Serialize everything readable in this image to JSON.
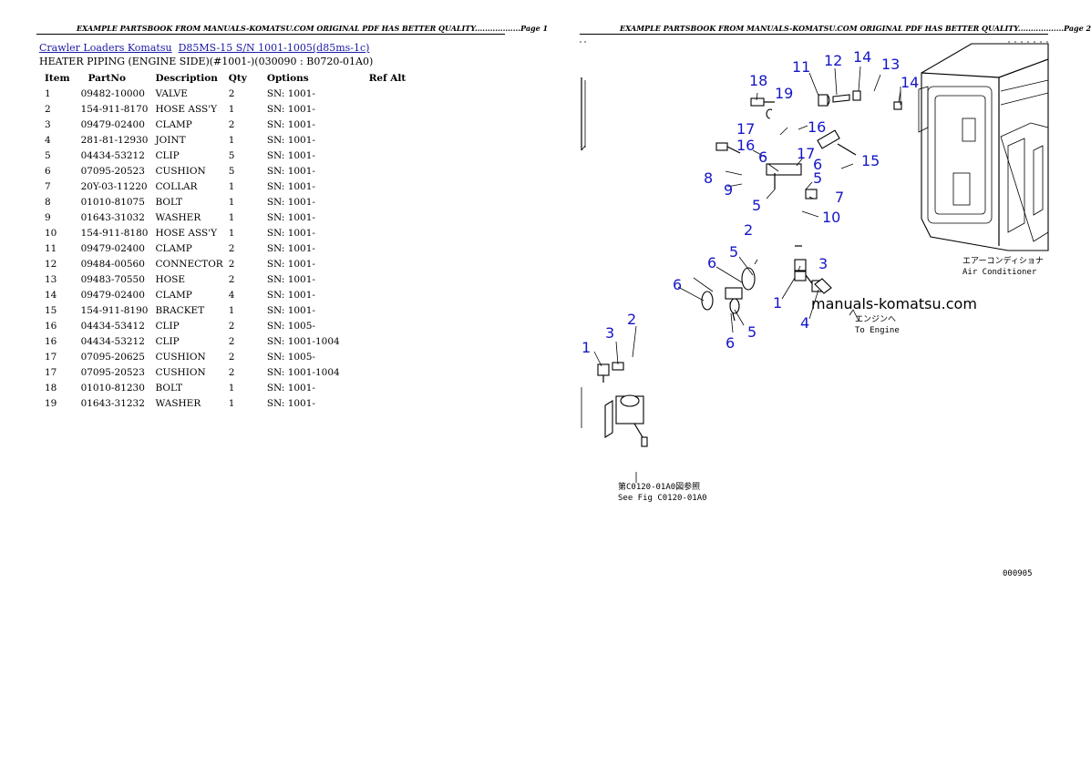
{
  "headers": {
    "page1": "EXAMPLE PARTSBOOK FROM MANUALS-KOMATSU.COM ORIGINAL PDF HAS BETTER QUALITY..................Page 1",
    "page2": "EXAMPLE PARTSBOOK FROM MANUALS-KOMATSU.COM ORIGINAL PDF HAS BETTER QUALITY..................Page 2"
  },
  "breadcrumb": {
    "link1": "Crawler Loaders Komatsu",
    "link2": "D85MS-15 S/N 1001-1005(d85ms-1c)"
  },
  "subtitle": "HEATER PIPING (ENGINE SIDE)(#1001-)(030090 : B0720-01A0)",
  "table": {
    "columns": [
      "Item",
      "PartNo",
      "Description",
      "Qty",
      "Options",
      "Ref Alt"
    ],
    "rows": [
      [
        "1",
        "09482-10000",
        "VALVE",
        "2",
        "SN: 1001-",
        ""
      ],
      [
        "2",
        "154-911-8170",
        "HOSE ASS'Y",
        "1",
        "SN: 1001-",
        ""
      ],
      [
        "3",
        "09479-02400",
        "CLAMP",
        "2",
        "SN: 1001-",
        ""
      ],
      [
        "4",
        "281-81-12930",
        "JOINT",
        "1",
        "SN: 1001-",
        ""
      ],
      [
        "5",
        "04434-53212",
        "CLIP",
        "5",
        "SN: 1001-",
        ""
      ],
      [
        "6",
        "07095-20523",
        "CUSHION",
        "5",
        "SN: 1001-",
        ""
      ],
      [
        "7",
        "20Y-03-11220",
        "COLLAR",
        "1",
        "SN: 1001-",
        ""
      ],
      [
        "8",
        "01010-81075",
        "BOLT",
        "1",
        "SN: 1001-",
        ""
      ],
      [
        "9",
        "01643-31032",
        "WASHER",
        "1",
        "SN: 1001-",
        ""
      ],
      [
        "10",
        "154-911-8180",
        "HOSE ASS'Y",
        "1",
        "SN: 1001-",
        ""
      ],
      [
        "11",
        "09479-02400",
        "CLAMP",
        "2",
        "SN: 1001-",
        ""
      ],
      [
        "12",
        "09484-00560",
        "CONNECTOR",
        "2",
        "SN: 1001-",
        ""
      ],
      [
        "13",
        "09483-70550",
        "HOSE",
        "2",
        "SN: 1001-",
        ""
      ],
      [
        "14",
        "09479-02400",
        "CLAMP",
        "4",
        "SN: 1001-",
        ""
      ],
      [
        "15",
        "154-911-8190",
        "BRACKET",
        "1",
        "SN: 1001-",
        ""
      ],
      [
        "16",
        "04434-53412",
        "CLIP",
        "2",
        "SN: 1005-",
        ""
      ],
      [
        "16",
        "04434-53212",
        "CLIP",
        "2",
        "SN: 1001-1004",
        ""
      ],
      [
        "17",
        "07095-20625",
        "CUSHION",
        "2",
        "SN: 1005-",
        ""
      ],
      [
        "17",
        "07095-20523",
        "CUSHION",
        "2",
        "SN: 1001-1004",
        ""
      ],
      [
        "18",
        "01010-81230",
        "BOLT",
        "1",
        "SN: 1001-",
        ""
      ],
      [
        "19",
        "01643-31232",
        "WASHER",
        "1",
        "SN: 1001-",
        ""
      ]
    ]
  },
  "diagram": {
    "watermark": "manuals-komatsu.com",
    "air_conditioner_jp": "エアーコンディショナ",
    "air_conditioner_en": "Air Conditioner",
    "engine_jp": "エンジンへ",
    "engine_en": "To Engine",
    "ref_jp": "第C0120-01A0図参照",
    "ref_en": "See Fig C0120-01A0",
    "code": "000905",
    "callouts": [
      "18",
      "11",
      "12",
      "14",
      "13",
      "14",
      "19",
      "17",
      "16",
      "16",
      "15",
      "6",
      "17",
      "6",
      "8",
      "9",
      "5",
      "7",
      "10",
      "2",
      "5",
      "3",
      "6",
      "5",
      "1",
      "4",
      "6",
      "5",
      "6",
      "3",
      "2",
      "1"
    ]
  }
}
